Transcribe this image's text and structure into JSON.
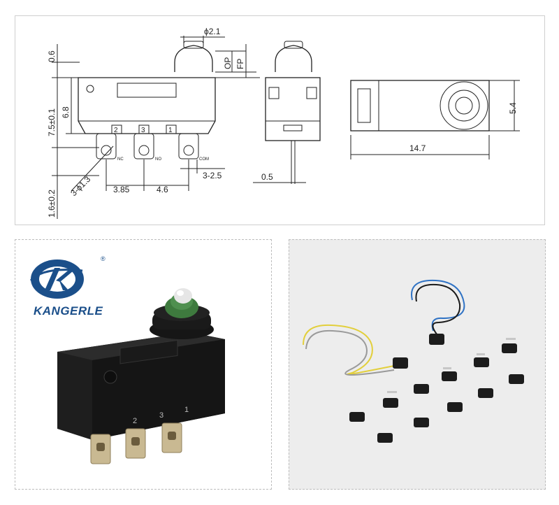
{
  "drawing": {
    "dim_top": "0.6",
    "dim_phi": "ϕ2.1",
    "dim_op": "OP",
    "dim_fp": "FP",
    "dim_height_outer": "7.5±0.1",
    "dim_height_inner": "6.8",
    "dim_pin_len": "1.6±0.2",
    "dim_holes": "3-ϕ1.3",
    "dim_pitch1": "3.85",
    "dim_pitch2": "4.6",
    "dim_pin_w": "3-2.5",
    "dim_side": "0.5",
    "dim_length": "14.7",
    "dim_width": "5.4",
    "pin_nc_num": "2",
    "pin_no_num": "3",
    "pin_com_num": "1",
    "pin_nc": "NC",
    "pin_no": "NO",
    "pin_com": "COM"
  },
  "product": {
    "brand": "KANGERLE",
    "registered": "®",
    "pin_marks": [
      "2",
      "3",
      "1"
    ]
  },
  "colors": {
    "brand_blue": "#1b4f8a",
    "actuator_green": "#3e7a3e",
    "housing": "#1e1e1e",
    "wire_yellow": "#e2cf3c",
    "wire_blue": "#2f72c4"
  }
}
